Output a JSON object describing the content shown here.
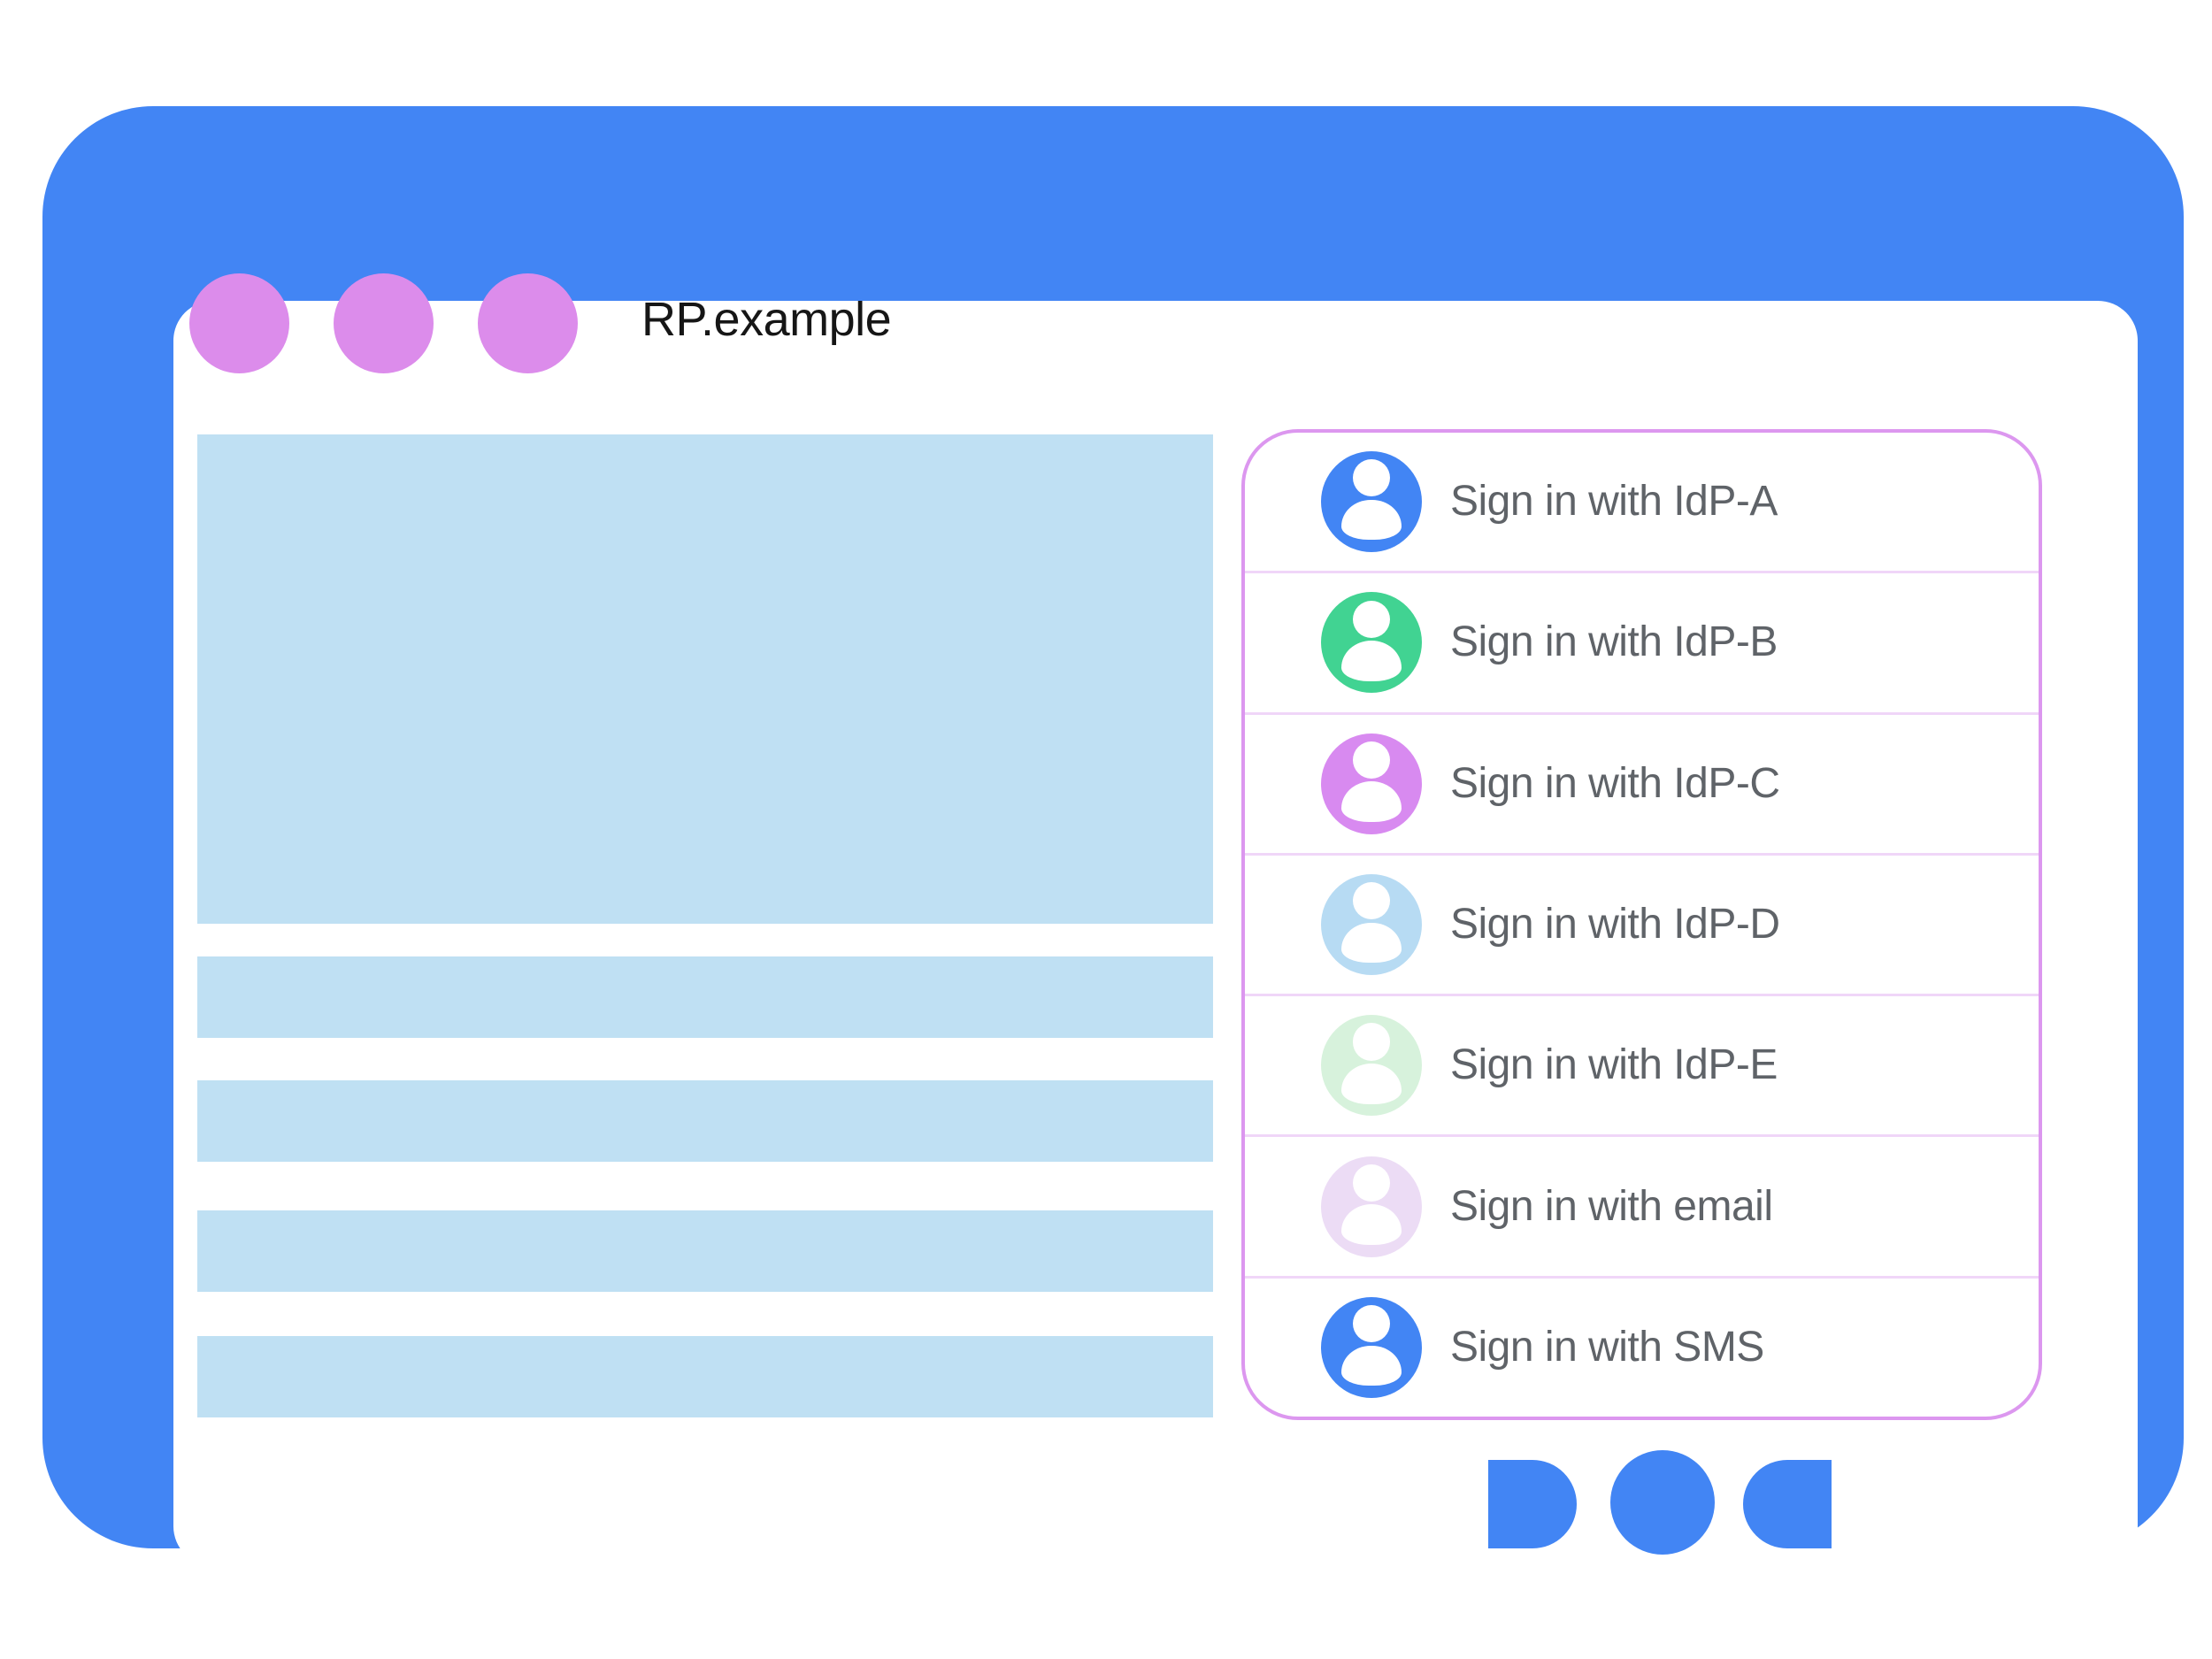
{
  "window": {
    "title": "RP.example"
  },
  "colors": {
    "frame": "#4285f4",
    "home_button": "#4285f4",
    "window_dot": "#dc8ceb",
    "placeholder": "#bfe0f3",
    "panel_border": "#dc97ef",
    "panel_divider": "#f0d6f8",
    "label_text": "#5f6368",
    "title_text": "#161616"
  },
  "signin_panel": {
    "items": [
      {
        "label": "Sign in with IdP-A",
        "avatar_icon": "user-avatar-icon",
        "avatar_color": "#4285f4"
      },
      {
        "label": "Sign in with IdP-B",
        "avatar_icon": "user-avatar-icon",
        "avatar_color": "#41d392"
      },
      {
        "label": "Sign in with IdP-C",
        "avatar_icon": "user-avatar-icon",
        "avatar_color": "#d88af0"
      },
      {
        "label": "Sign in with IdP-D",
        "avatar_icon": "user-avatar-icon",
        "avatar_color": "#b7dbf3"
      },
      {
        "label": "Sign in with IdP-E",
        "avatar_icon": "user-avatar-icon",
        "avatar_color": "#d7f2dc"
      },
      {
        "label": "Sign in with email",
        "avatar_icon": "user-avatar-icon",
        "avatar_color": "#ecdcf5"
      },
      {
        "label": "Sign in with SMS",
        "avatar_icon": "user-avatar-icon",
        "avatar_color": "#4285f4"
      }
    ]
  }
}
